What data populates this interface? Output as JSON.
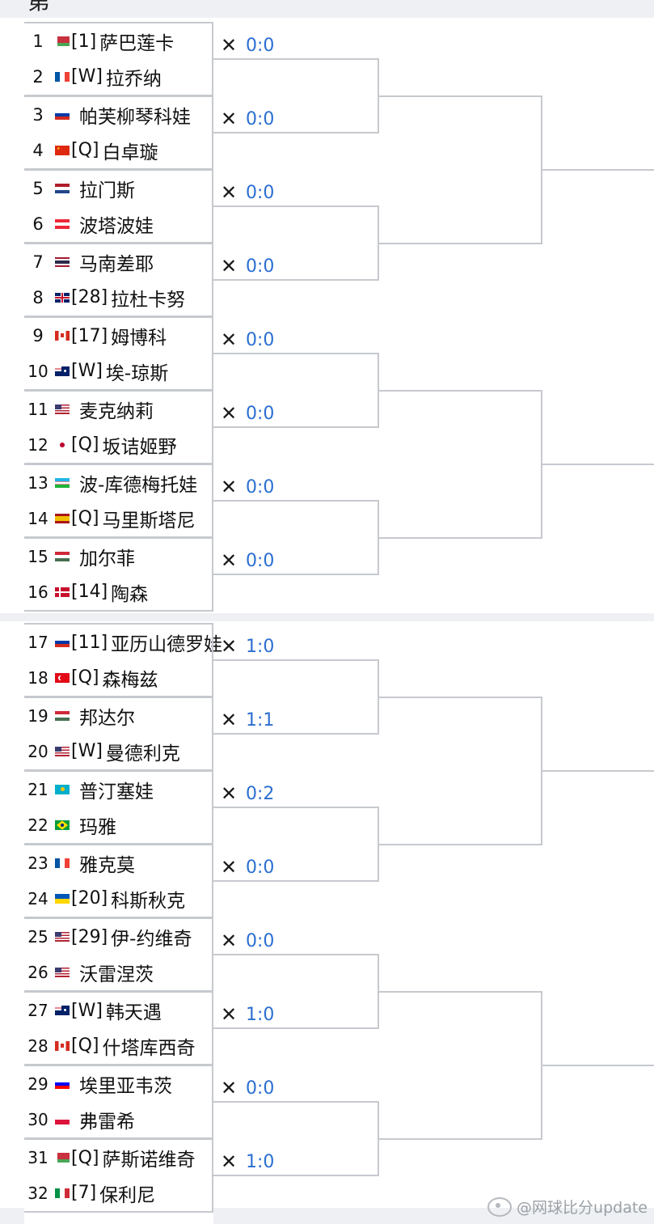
{
  "header_partial": "第",
  "draw": [
    {
      "seed": "1",
      "flag": "BLR",
      "tag": "[1]",
      "name": "萨巴莲卡"
    },
    {
      "seed": "2",
      "flag": "FRA",
      "tag": "[W]",
      "name": "拉乔纳"
    },
    {
      "seed": "3",
      "flag": "RUS",
      "tag": "",
      "name": "帕芙柳琴科娃"
    },
    {
      "seed": "4",
      "flag": "CHN",
      "tag": "[Q]",
      "name": "白卓璇"
    },
    {
      "seed": "5",
      "flag": "NED",
      "tag": "",
      "name": "拉门斯"
    },
    {
      "seed": "6",
      "flag": "AUT",
      "tag": "",
      "name": "波塔波娃"
    },
    {
      "seed": "7",
      "flag": "THA",
      "tag": "",
      "name": "马南差耶"
    },
    {
      "seed": "8",
      "flag": "GBR",
      "tag": "[28]",
      "name": "拉杜卡努"
    },
    {
      "seed": "9",
      "flag": "CAN",
      "tag": "[17]",
      "name": "姆博科"
    },
    {
      "seed": "10",
      "flag": "AUS",
      "tag": "[W]",
      "name": "埃-琼斯"
    },
    {
      "seed": "11",
      "flag": "USA",
      "tag": "",
      "name": "麦克纳莉"
    },
    {
      "seed": "12",
      "flag": "JPN",
      "tag": "[Q]",
      "name": "坂诘姬野"
    },
    {
      "seed": "13",
      "flag": "UZB",
      "tag": "",
      "name": "波-库德梅托娃"
    },
    {
      "seed": "14",
      "flag": "ESP",
      "tag": "[Q]",
      "name": "马里斯塔尼"
    },
    {
      "seed": "15",
      "flag": "HUN",
      "tag": "",
      "name": "加尔菲"
    },
    {
      "seed": "16",
      "flag": "DEN",
      "tag": "[14]",
      "name": "陶森"
    },
    {
      "seed": "17",
      "flag": "RUS",
      "tag": "[11]",
      "name": "亚历山德罗娃"
    },
    {
      "seed": "18",
      "flag": "TUR",
      "tag": "[Q]",
      "name": "森梅兹"
    },
    {
      "seed": "19",
      "flag": "HUN",
      "tag": "",
      "name": "邦达尔"
    },
    {
      "seed": "20",
      "flag": "USA",
      "tag": "[W]",
      "name": "曼德利克"
    },
    {
      "seed": "21",
      "flag": "KAZ",
      "tag": "",
      "name": "普汀塞娃"
    },
    {
      "seed": "22",
      "flag": "BRA",
      "tag": "",
      "name": "玛雅"
    },
    {
      "seed": "23",
      "flag": "FRA",
      "tag": "",
      "name": "雅克莫"
    },
    {
      "seed": "24",
      "flag": "UKR",
      "tag": "[20]",
      "name": "科斯秋克"
    },
    {
      "seed": "25",
      "flag": "USA",
      "tag": "[29]",
      "name": "伊-约维奇"
    },
    {
      "seed": "26",
      "flag": "USA",
      "tag": "",
      "name": "沃雷涅茨"
    },
    {
      "seed": "27",
      "flag": "AUS",
      "tag": "[W]",
      "name": "韩天遇"
    },
    {
      "seed": "28",
      "flag": "CAN",
      "tag": "[Q]",
      "name": "什塔库西奇"
    },
    {
      "seed": "29",
      "flag": "SLO",
      "tag": "",
      "name": "埃里亚韦茨"
    },
    {
      "seed": "30",
      "flag": "POL",
      "tag": "",
      "name": "弗雷希"
    },
    {
      "seed": "31",
      "flag": "BLR",
      "tag": "[Q]",
      "name": "萨斯诺维奇"
    },
    {
      "seed": "32",
      "flag": "ITA",
      "tag": "[7]",
      "name": "保利尼"
    }
  ],
  "scores": [
    "0:0",
    "0:0",
    "0:0",
    "0:0",
    "0:0",
    "0:0",
    "0:0",
    "0:0",
    "1:0",
    "1:1",
    "0:2",
    "0:0",
    "0:0",
    "1:0",
    "0:0",
    "1:0"
  ],
  "score_icon": "crossed-rackets-icon",
  "watermark": "@网球比分update"
}
